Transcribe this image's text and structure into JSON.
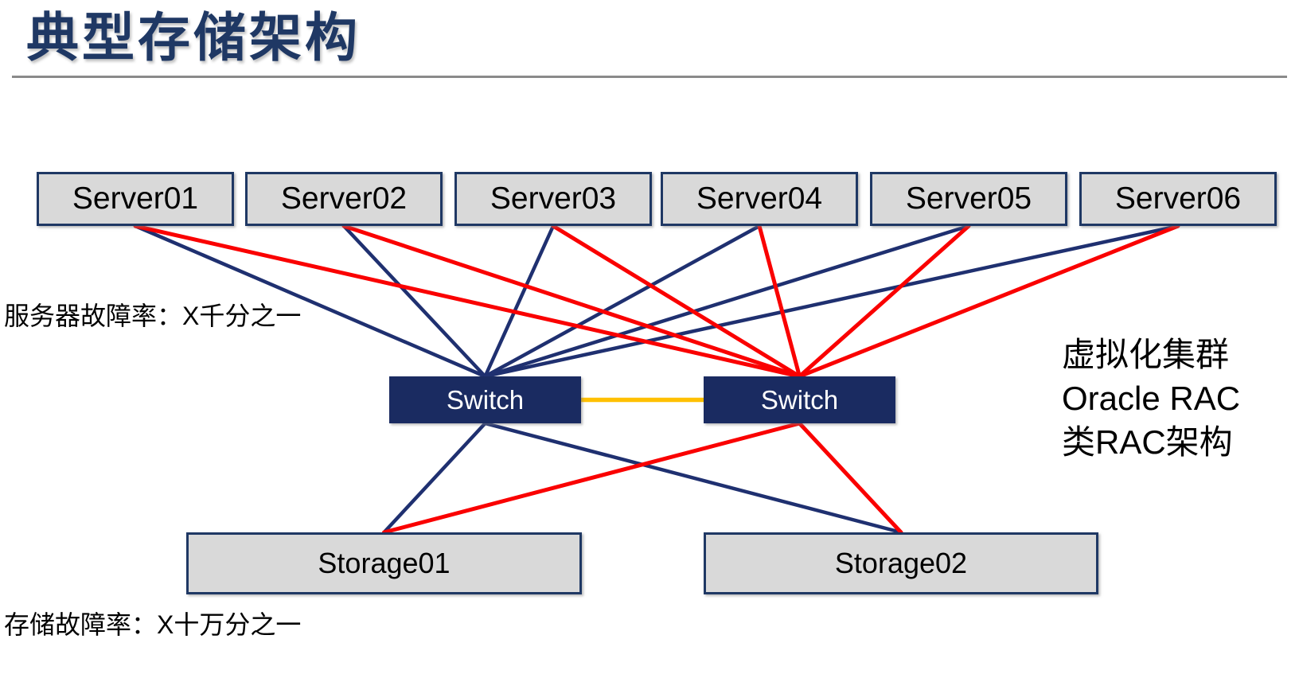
{
  "title": "典型存储架构",
  "annotations": {
    "server_failure_rate": "服务器故障率：X千分之一",
    "storage_failure_rate": "存储故障率：X十万分之一",
    "right_note": [
      "虚拟化集群",
      "Oracle RAC",
      "类RAC架构"
    ]
  },
  "nodes": {
    "servers": [
      {
        "id": "server01",
        "label": "Server01"
      },
      {
        "id": "server02",
        "label": "Server02"
      },
      {
        "id": "server03",
        "label": "Server03"
      },
      {
        "id": "server04",
        "label": "Server04"
      },
      {
        "id": "server05",
        "label": "Server05"
      },
      {
        "id": "server06",
        "label": "Server06"
      }
    ],
    "switches": [
      {
        "id": "switch-a",
        "label": "Switch"
      },
      {
        "id": "switch-b",
        "label": "Switch"
      }
    ],
    "storages": [
      {
        "id": "storage01",
        "label": "Storage01"
      },
      {
        "id": "storage02",
        "label": "Storage02"
      }
    ]
  },
  "edge_styles": {
    "navy": {
      "color": "#1F3070",
      "width": 4.5
    },
    "red": {
      "color": "#FA0000",
      "width": 5
    },
    "yellow": {
      "color": "#FFC000",
      "width": 5.5
    }
  },
  "edges": [
    {
      "from": "server01",
      "to": "switch-a",
      "style": "navy"
    },
    {
      "from": "server02",
      "to": "switch-a",
      "style": "navy"
    },
    {
      "from": "server03",
      "to": "switch-a",
      "style": "navy"
    },
    {
      "from": "server04",
      "to": "switch-a",
      "style": "navy"
    },
    {
      "from": "server05",
      "to": "switch-a",
      "style": "navy"
    },
    {
      "from": "server06",
      "to": "switch-a",
      "style": "navy"
    },
    {
      "from": "switch-a",
      "to": "storage01",
      "style": "navy"
    },
    {
      "from": "switch-a",
      "to": "storage02",
      "style": "navy"
    },
    {
      "from": "server01",
      "to": "switch-b",
      "style": "red"
    },
    {
      "from": "server02",
      "to": "switch-b",
      "style": "red"
    },
    {
      "from": "server03",
      "to": "switch-b",
      "style": "red"
    },
    {
      "from": "server04",
      "to": "switch-b",
      "style": "red"
    },
    {
      "from": "server05",
      "to": "switch-b",
      "style": "red"
    },
    {
      "from": "server06",
      "to": "switch-b",
      "style": "red"
    },
    {
      "from": "switch-b",
      "to": "storage01",
      "style": "red"
    },
    {
      "from": "switch-b",
      "to": "storage02",
      "style": "red"
    },
    {
      "from": "switch-a",
      "to": "switch-b",
      "style": "yellow"
    }
  ],
  "colors": {
    "title_navy": "#1F3864",
    "box_border_navy": "#1F3864",
    "box_fill_gray": "#D9D9D9",
    "switch_fill_navy": "#1A2B61",
    "divider_gray": "#8A8A8A",
    "label_black": "#000000"
  }
}
